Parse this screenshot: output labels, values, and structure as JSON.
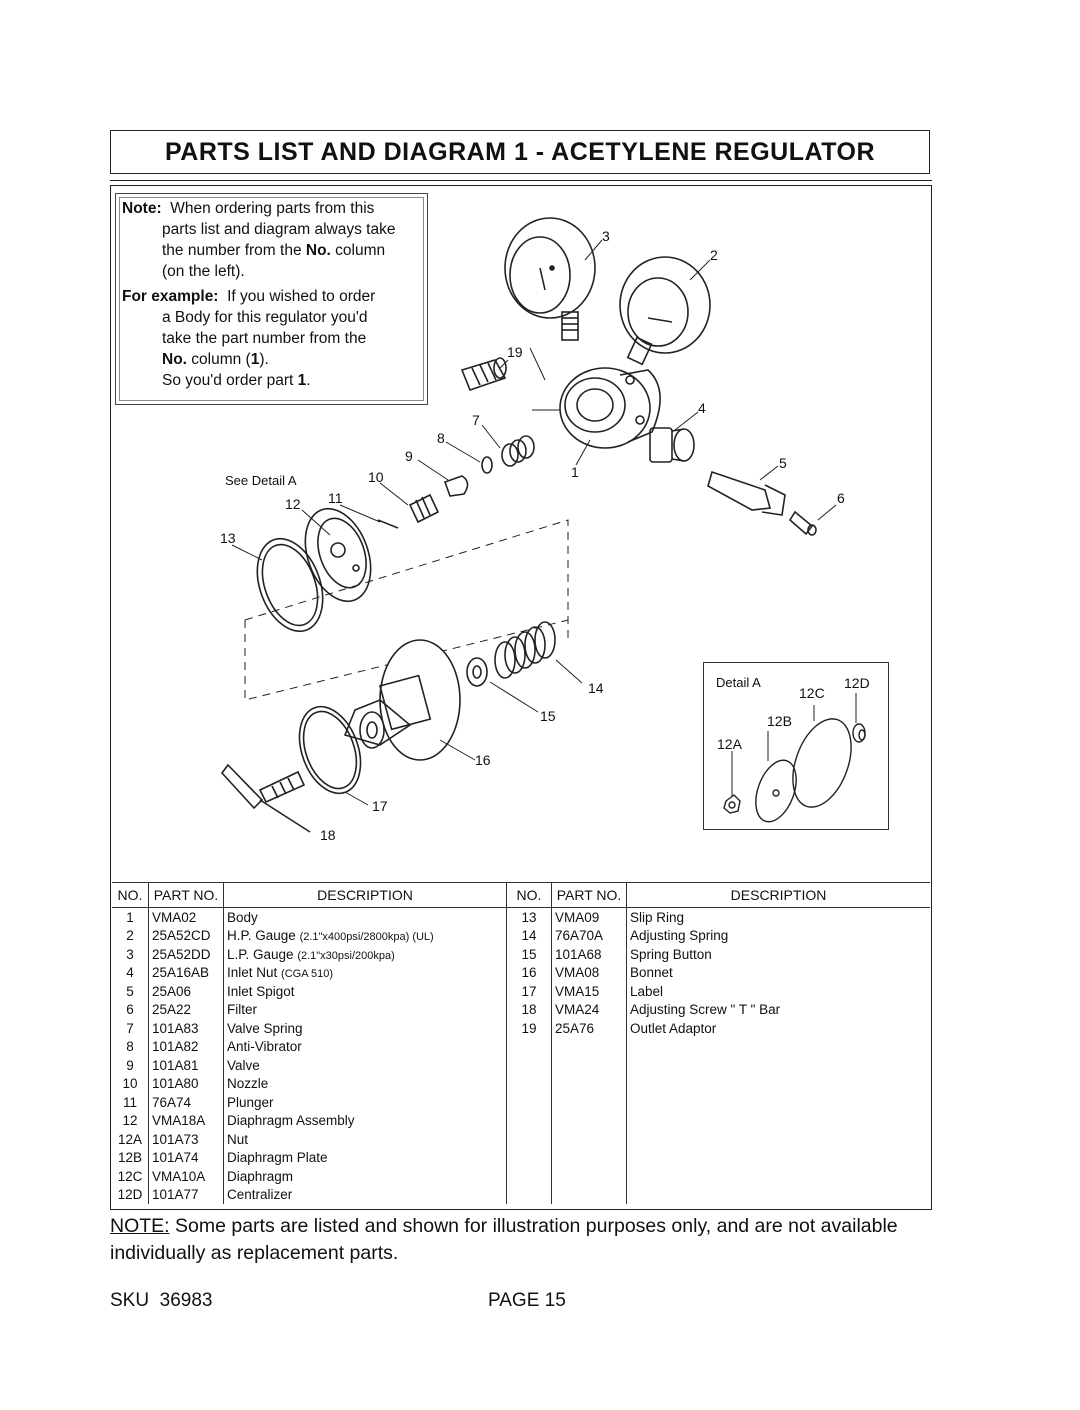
{
  "title": "PARTS LIST AND DIAGRAM 1 - ACETYLENE REGULATOR",
  "note": {
    "label": "Note:",
    "line1": "When ordering parts from this",
    "line2": "parts list and diagram always take",
    "line3a": "the number from the ",
    "line3b": "No.",
    "line3c": " column",
    "line4": "(on the left).",
    "example_label": "For example:",
    "ex1": "If you wished to order",
    "ex2": "a Body for this regulator you'd",
    "ex3": "take the part number from the",
    "ex4a": "No.",
    "ex4b": " column (",
    "ex4c": "1",
    "ex4d": ").",
    "ex5a": "So you'd order part ",
    "ex5b": "1",
    "ex5c": "."
  },
  "diagram": {
    "see_detail": "See Detail A",
    "callouts": [
      "1",
      "2",
      "3",
      "4",
      "5",
      "6",
      "7",
      "8",
      "9",
      "10",
      "11",
      "12",
      "13",
      "14",
      "15",
      "16",
      "17",
      "18",
      "19"
    ],
    "detail_title": "Detail A",
    "detail_callouts": [
      "12A",
      "12B",
      "12C",
      "12D"
    ]
  },
  "table": {
    "headers": {
      "no": "NO.",
      "part": "PART NO.",
      "desc": "DESCRIPTION"
    },
    "left_rows": [
      {
        "no": "1",
        "part": "VMA02",
        "desc": "Body",
        "spec": ""
      },
      {
        "no": "2",
        "part": "25A52CD",
        "desc": "H.P. Gauge ",
        "spec": "(2.1\"x400psi/2800kpa) (UL)"
      },
      {
        "no": "3",
        "part": "25A52DD",
        "desc": "L.P. Gauge ",
        "spec": "(2.1\"x30psi/200kpa)"
      },
      {
        "no": "4",
        "part": "25A16AB",
        "desc": "Inlet Nut ",
        "spec": "(CGA 510)"
      },
      {
        "no": "5",
        "part": "25A06",
        "desc": "Inlet Spigot",
        "spec": ""
      },
      {
        "no": "6",
        "part": "25A22",
        "desc": "Filter",
        "spec": ""
      },
      {
        "no": "7",
        "part": "101A83",
        "desc": "Valve Spring",
        "spec": ""
      },
      {
        "no": "8",
        "part": "101A82",
        "desc": "Anti-Vibrator",
        "spec": ""
      },
      {
        "no": "9",
        "part": "101A81",
        "desc": "Valve",
        "spec": ""
      },
      {
        "no": "10",
        "part": "101A80",
        "desc": "Nozzle",
        "spec": ""
      },
      {
        "no": "11",
        "part": "76A74",
        "desc": "Plunger",
        "spec": ""
      },
      {
        "no": "12",
        "part": "VMA18A",
        "desc": "Diaphragm Assembly",
        "spec": ""
      },
      {
        "no": "12A",
        "part": "101A73",
        "desc": "Nut",
        "spec": ""
      },
      {
        "no": "12B",
        "part": "101A74",
        "desc": "Diaphragm Plate",
        "spec": ""
      },
      {
        "no": "12C",
        "part": "VMA10A",
        "desc": "Diaphragm",
        "spec": ""
      },
      {
        "no": "12D",
        "part": "101A77",
        "desc": "Centralizer",
        "spec": ""
      }
    ],
    "right_rows": [
      {
        "no": "13",
        "part": "VMA09",
        "desc": "Slip Ring"
      },
      {
        "no": "14",
        "part": "76A70A",
        "desc": "Adjusting Spring"
      },
      {
        "no": "15",
        "part": "101A68",
        "desc": "Spring Button"
      },
      {
        "no": "16",
        "part": "VMA08",
        "desc": "Bonnet"
      },
      {
        "no": "17",
        "part": "VMA15",
        "desc": "Label"
      },
      {
        "no": "18",
        "part": "VMA24",
        "desc": "Adjusting Screw \" T \" Bar"
      },
      {
        "no": "19",
        "part": "25A76",
        "desc": "Outlet Adaptor"
      }
    ]
  },
  "footnote": {
    "label": "NOTE:",
    "text": " Some parts are listed and shown for illustration purposes only, and are not available individually as replacement parts."
  },
  "footer": {
    "sku": "SKU  36983",
    "page": "PAGE 15"
  }
}
